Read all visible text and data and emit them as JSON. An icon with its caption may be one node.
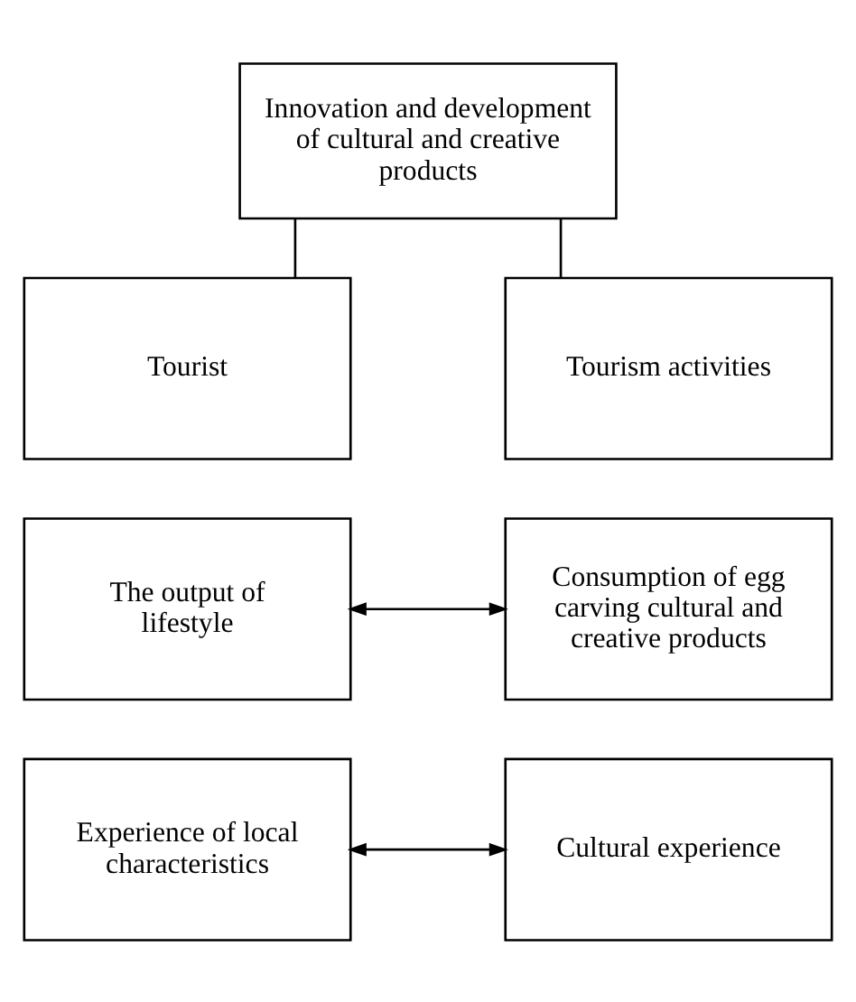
{
  "diagram": {
    "nodes": [
      {
        "text": [
          "Innovation and development of cultural and creative products"
        ]
      },
      {
        "text": [
          "Tourist"
        ]
      },
      {
        "text": [
          "Tourism activities"
        ]
      },
      {
        "text": [
          "The output of lifestyle"
        ]
      },
      {
        "text": [
          "Consumption of egg carving cultural and creative products"
        ]
      },
      {
        "text": [
          "Experience of local characteristics"
        ]
      },
      {
        "text": [
          "Cultural experience"
        ]
      }
    ],
    "edges": [
      {
        "from": 0,
        "to": 1,
        "arrow": "none"
      },
      {
        "from": 0,
        "to": 2,
        "arrow": "none"
      },
      {
        "from": 3,
        "to": 4,
        "arrow": "both"
      },
      {
        "from": 5,
        "to": 6,
        "arrow": "both"
      }
    ]
  }
}
